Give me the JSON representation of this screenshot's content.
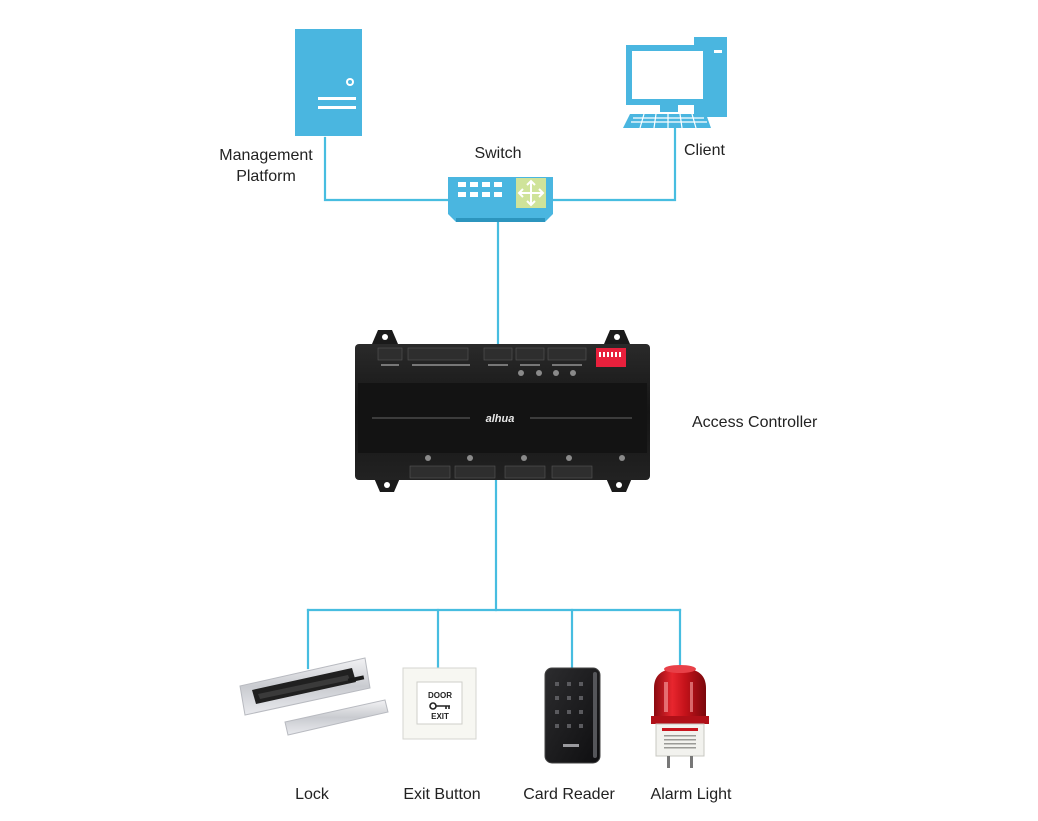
{
  "colors": {
    "link_line": "#47bde0",
    "accent_blue": "#4ab6e0",
    "controller_body": "#1c1c1c",
    "dip_switch": "#e8203c",
    "lamp_red": "#c8141e"
  },
  "nodes": {
    "management_platform": {
      "label_line1": "Management",
      "label_line2": "Platform",
      "icon": "server-icon"
    },
    "switch": {
      "label": "Switch",
      "icon": "network-switch-icon"
    },
    "client": {
      "label": "Client",
      "icon": "desktop-computer-icon"
    },
    "access_controller": {
      "label": "Access Controller",
      "brand": "alhua",
      "icon": "access-controller-icon"
    },
    "lock": {
      "label": "Lock",
      "icon": "magnetic-lock-icon"
    },
    "exit_button": {
      "label": "Exit Button",
      "plate_top": "DOOR",
      "plate_bottom": "EXIT",
      "icon": "exit-button-icon"
    },
    "card_reader": {
      "label": "Card Reader",
      "icon": "card-reader-icon"
    },
    "alarm_light": {
      "label": "Alarm Light",
      "icon": "alarm-light-icon"
    }
  }
}
